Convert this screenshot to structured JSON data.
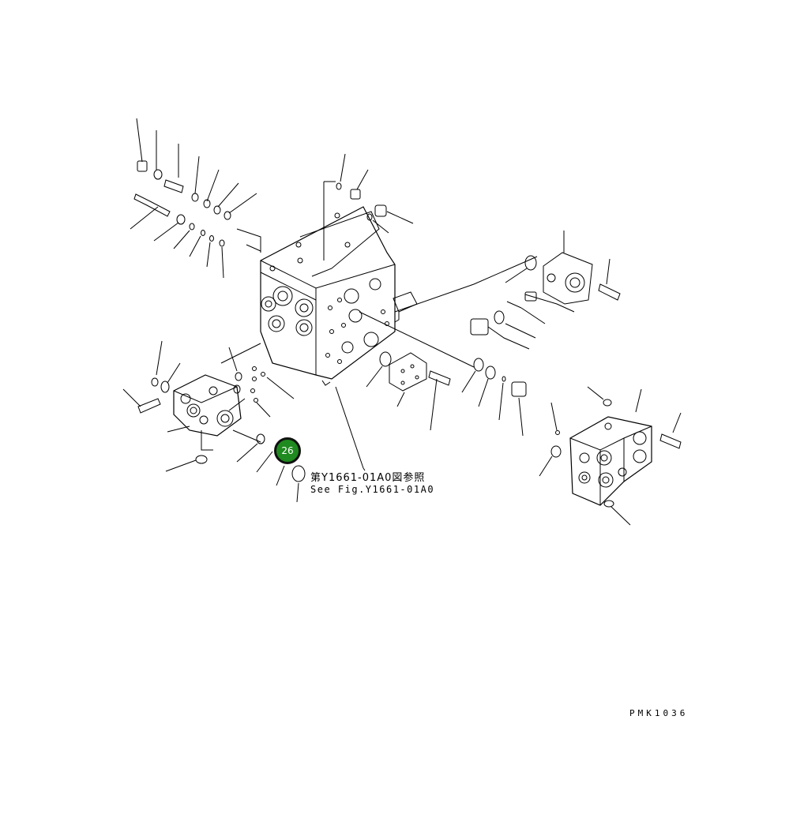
{
  "diagram": {
    "reference_jp": "第Y1661-01A0図参照",
    "reference_en": "See Fig.Y1661-01A0",
    "drawing_code": "PMK1036",
    "highlighted_part": "26",
    "highlight_color": "#1f8a1f"
  }
}
